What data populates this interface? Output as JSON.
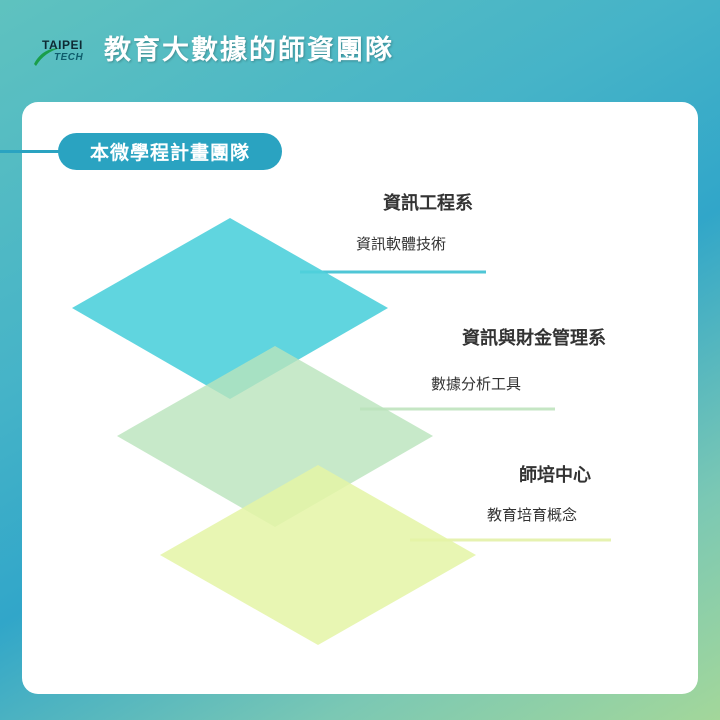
{
  "logo": {
    "line1": "TAIPEI",
    "line2": "TECH"
  },
  "title": "教育大數據的師資團隊",
  "section_label": "本微學程計畫團隊",
  "layers": [
    {
      "department": "資訊工程系",
      "topic": "資訊軟體技術",
      "color": "#4fd0dc",
      "line_color": "#4fc6d6"
    },
    {
      "department": "資訊與財金管理系",
      "topic": "數據分析工具",
      "color": "#b9e3bc",
      "line_color": "#c5e6c4"
    },
    {
      "department": "師培中心",
      "topic": "教育培育概念",
      "color": "#e4f4a6",
      "line_color": "#e6f2b0"
    }
  ],
  "colors": {
    "accent": "#2aa3c1",
    "title_text": "#ffffff"
  }
}
